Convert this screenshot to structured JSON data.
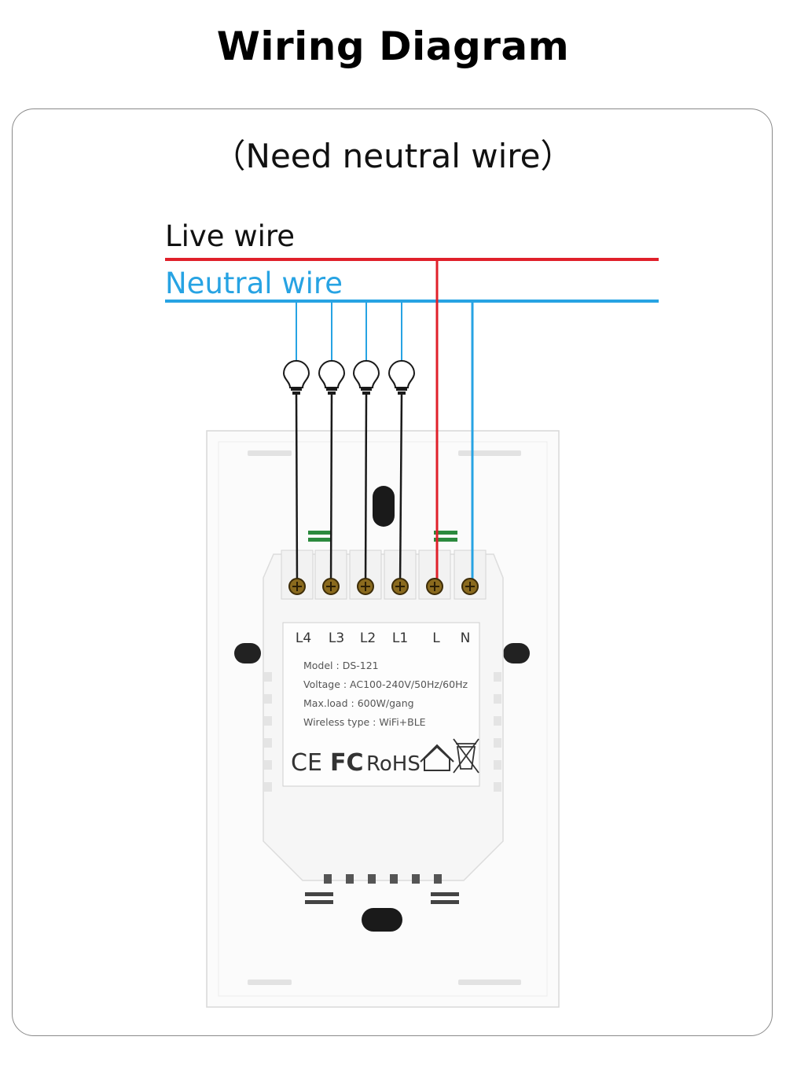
{
  "title": "Wiring Diagram",
  "subtitle": "（Need neutral wire）",
  "wires": {
    "live": {
      "label": "Live wire",
      "color": "#e0202a"
    },
    "neutral": {
      "label": "Neutral wire",
      "color": "#27a3e3"
    }
  },
  "load_wire_color": "#1a1a1a",
  "terminals": [
    "L4",
    "L3",
    "L2",
    "L1",
    "L",
    "N"
  ],
  "specs": [
    "Model : DS-121",
    "Voltage : AC100-240V/50Hz/60Hz",
    "Max.load : 600W/gang",
    "Wireless type : WiFi+BLE"
  ],
  "certifications": {
    "ce": "CE",
    "fcc": "FC",
    "rohs": "RoHS",
    "home_icon": "house-icon",
    "weee_icon": "crossed-bin-icon"
  },
  "bulbs": 4
}
